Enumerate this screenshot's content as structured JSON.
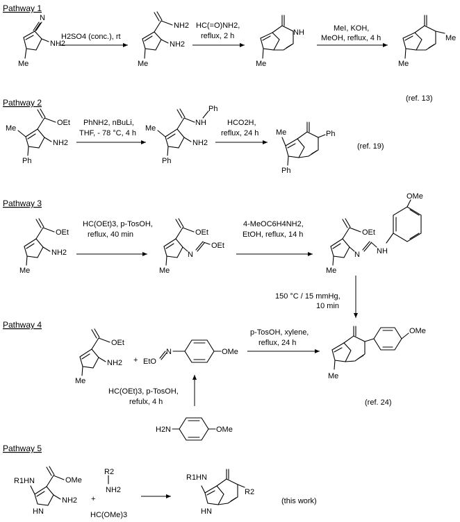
{
  "pathway1": {
    "header": "Pathway 1",
    "sm": {
      "cn": "N",
      "nh2": "NH2",
      "me": "Me"
    },
    "step1": "H2SO4 (conc.), rt",
    "int1": {
      "nh2a": "NH2",
      "nh2b": "NH2",
      "me": "Me"
    },
    "step2a": "HC(=O)NH2,",
    "step2b": "reflux, 2 h",
    "int2": {
      "nh": "NH",
      "me": "Me"
    },
    "step3a": "MeI, KOH,",
    "step3b": "MeOH, reflux, 4 h",
    "prod": {
      "me1": "Me",
      "me2": "Me"
    },
    "ref": "(ref. 13)"
  },
  "pathway2": {
    "header": "Pathway 2",
    "sm": {
      "oet": "OEt",
      "me": "Me",
      "nh2": "NH2",
      "ph": "Ph"
    },
    "step1a": "PhNH2, nBuLi,",
    "step1b": "THF, - 78 °C, 4 h",
    "int1": {
      "nh": "NH",
      "ph1": "Ph",
      "me": "Me",
      "nh2": "NH2",
      "ph2": "Ph"
    },
    "step2a": "HCO2H,",
    "step2b": "reflux, 24 h",
    "prod": {
      "me": "Me",
      "ph1": "Ph",
      "ph2": "Ph"
    },
    "ref": "(ref. 19)"
  },
  "pathway3": {
    "header": "Pathway 3",
    "sm": {
      "oet": "OEt",
      "nh2": "NH2",
      "me": "Me"
    },
    "step1a": "HC(OEt)3, p-TosOH,",
    "step1b": "reflux, 40 min",
    "int1": {
      "oet1": "OEt",
      "n": "N",
      "oet2": "OEt",
      "me": "Me"
    },
    "step2a": "4-MeOC6H4NH2,",
    "step2b": "EtOH, reflux, 14 h",
    "int2": {
      "oet": "OEt",
      "n": "N",
      "nh": "NH",
      "ome": "OMe",
      "me": "Me"
    },
    "step3a": "150 °C / 15 mmHg,",
    "step3b": "10 min"
  },
  "pathway4": {
    "header": "Pathway 4",
    "sm": {
      "oet": "OEt",
      "nh2": "NH2",
      "me": "Me"
    },
    "plus": "+",
    "imidate": {
      "eto": "EtO",
      "n": "N",
      "ome": "OMe"
    },
    "step1a": "p-TosOH, xylene,",
    "step1b": "reflux, 24 h",
    "prod": {
      "ome": "OMe",
      "me": "Me"
    },
    "ref": "(ref. 24)",
    "step2a": "HC(OEt)3, p-TosOH,",
    "step2b": "refulx, 4 h",
    "aniline": {
      "h2n": "H2N",
      "ome": "OMe"
    }
  },
  "pathway5": {
    "header": "Pathway 5",
    "sm": {
      "r1hn": "R1HN",
      "ome": "OMe",
      "nh2": "NH2",
      "hn": "HN"
    },
    "plus": "+",
    "amine": {
      "r2": "R2",
      "nh2": "NH2"
    },
    "orthoformate": "HC(OMe)3",
    "prod": {
      "r1hn": "R1HN",
      "r2": "R2",
      "hn": "HN"
    },
    "note": "(this work)"
  }
}
